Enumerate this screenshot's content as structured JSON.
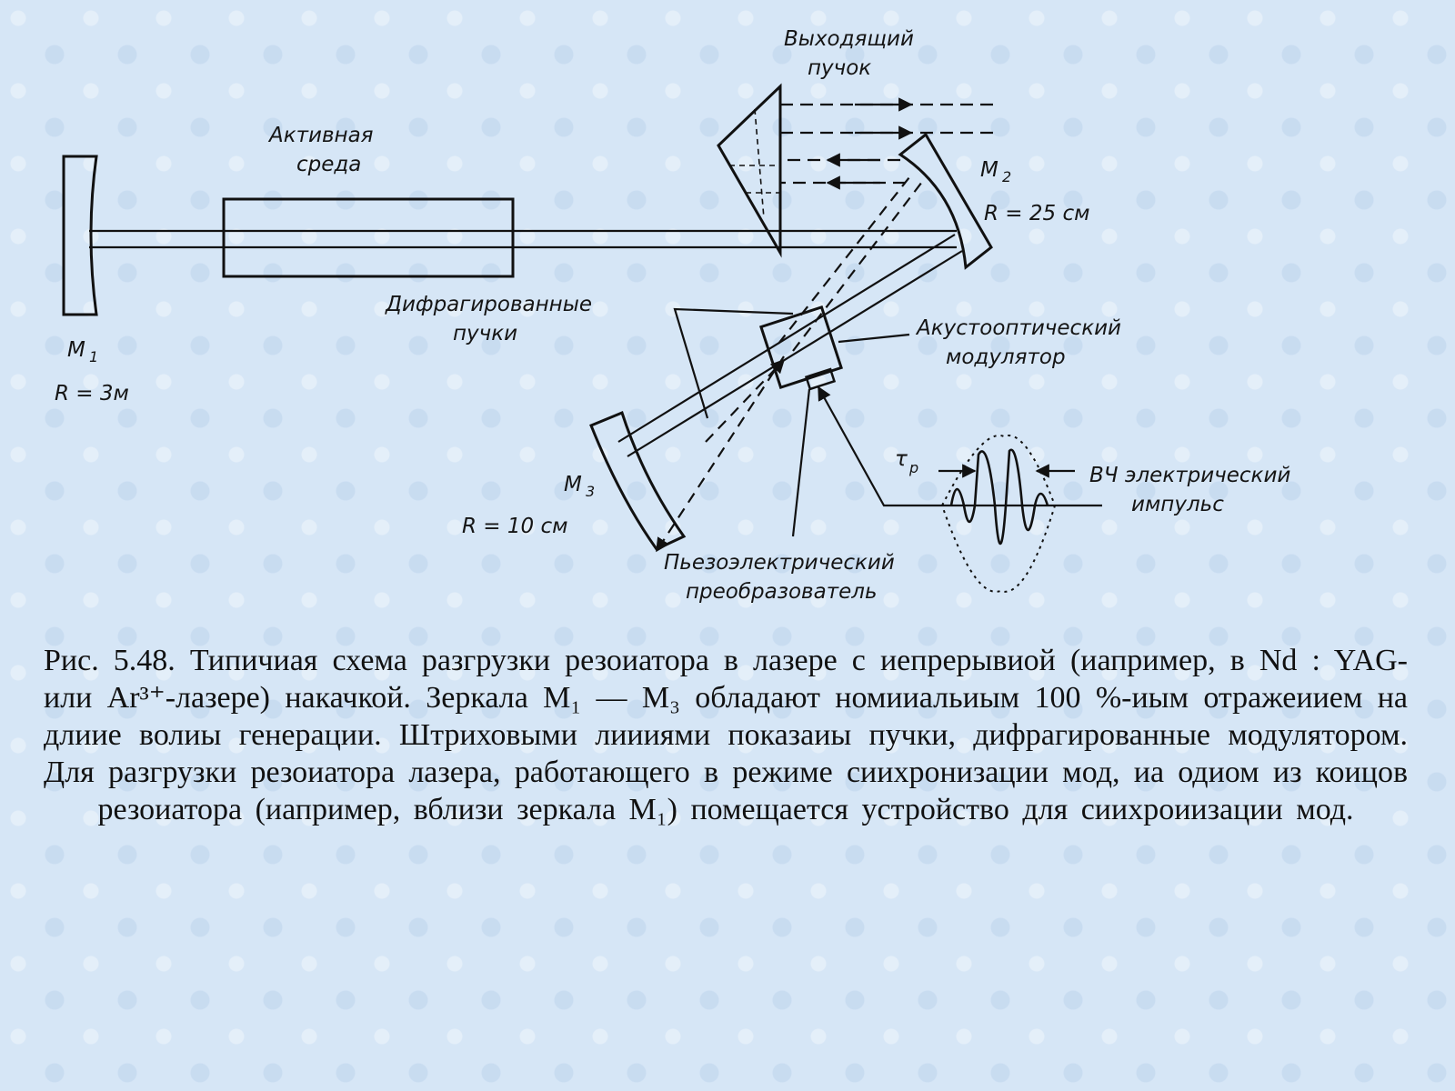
{
  "diagram": {
    "labels": {
      "output_beam_1": "Выходящий",
      "output_beam_2": "пучок",
      "active_medium_1": "Активная",
      "active_medium_2": "среда",
      "m2": "M",
      "m2_sub": "2",
      "m2_radius": "R = 25 см",
      "m1": "M",
      "m1_sub": "1",
      "m1_radius": "R = 3м",
      "diffracted_1": "Дифрагированные",
      "diffracted_2": "пучки",
      "aom_1": "Акустооптический",
      "aom_2": "модулятор",
      "tau": "τ",
      "tau_sub": "p",
      "rf_pulse_1": "ВЧ электрический",
      "rf_pulse_2": "импульс",
      "m3": "M",
      "m3_sub": "3",
      "m3_radius": "R = 10 см",
      "piezo_1": "Пьезоэлектрический",
      "piezo_2": "преобразователь"
    }
  },
  "caption": "Рис. 5.48. Типичиая схема разгрузки резоиатора в лазере с иепрерывиой (иапример, в Nd : YAG- или Ar³⁺-лазере) накачкой. Зеркала M₁ — M₃ обладают номииальиым 100 %-иым отражеиием на длиие волиы генерации. Штриховыми лиииями показаиы пучки, дифрагированные модулятором. Для разгрузки резоиатора лазера, работающего в режиме сиихронизации мод, иа одиом из коицов резоиатора (иапример, вблизи зеркала M₁) помещается устройство для сиихроиизации мод."
}
